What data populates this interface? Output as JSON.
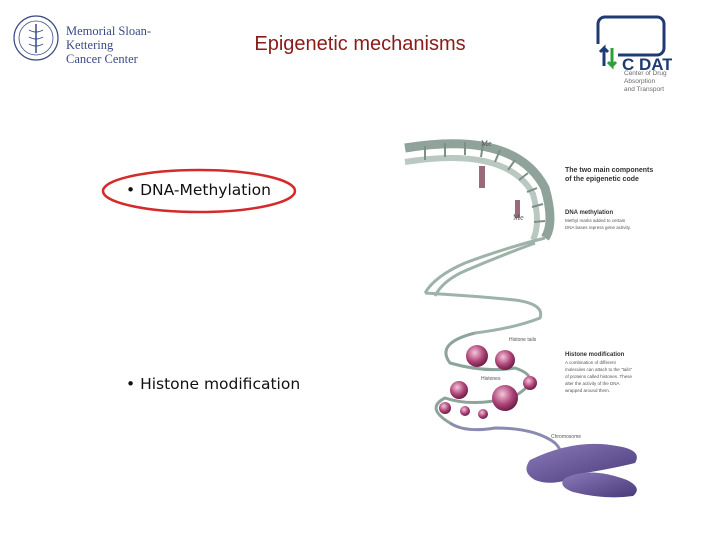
{
  "header": {
    "left_logo": {
      "name_line1": "Memorial Sloan-Kettering",
      "name_line2": "Cancer Center",
      "icon": "caduceus-seal-icon"
    },
    "title": "Epigenetic mechanisms",
    "right_logo": {
      "letters": "C DAT",
      "subtitle_line1": "Center of Drug Absorption",
      "subtitle_line2": "and Transport",
      "colors": {
        "frame": "#1f3b73",
        "arrow_up": "#2e9e3a",
        "arrow_down": "#1f3b73"
      }
    }
  },
  "bullets": {
    "first": "• DNA-Methylation",
    "second": "• Histone modification",
    "highlight_color": "#d42a2a"
  },
  "illustration": {
    "header_line1": "The two main components",
    "header_line2": "of the epigenetic code",
    "methylation_title": "DNA methylation",
    "methylation_desc1": "Methyl marks added to certain",
    "methylation_desc2": "DNA bases repress gene activity.",
    "histone_title": "Histone modification",
    "histone_desc1": "A combination of different",
    "histone_desc2": "molecules can attach to the \"tails\"",
    "histone_desc3": "of proteins called histones. These",
    "histone_desc4": "alter the activity of the DNA",
    "histone_desc5": "wrapped around them.",
    "label_me": "Me",
    "label_histone_tails": "Histone tails",
    "label_histones": "Histones",
    "label_chromosome": "Chromosome"
  }
}
